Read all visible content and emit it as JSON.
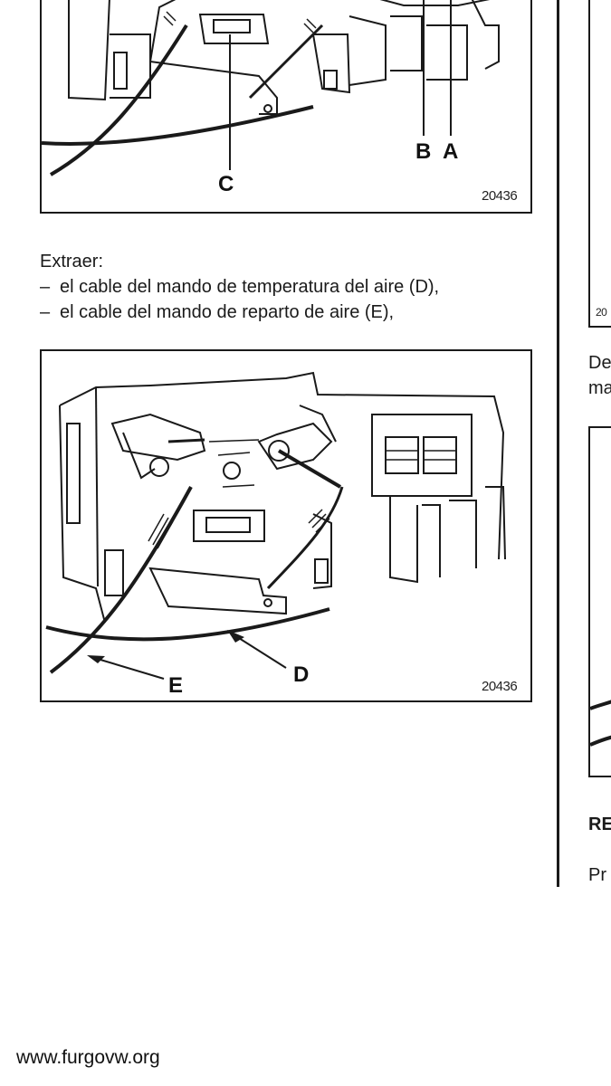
{
  "figures": {
    "top": {
      "callouts": [
        "C",
        "B",
        "A"
      ],
      "ref_code": "20436"
    },
    "middle": {
      "callouts": [
        "E",
        "D"
      ],
      "ref_code": "20436"
    },
    "right_top": {
      "ref_code_fragment": "20"
    }
  },
  "body_text": {
    "intro": "Extraer:",
    "items": [
      "el cable del mando de temperatura del aire (D),",
      "el cable del mando de reparto de aire (E),"
    ],
    "bullet": "–"
  },
  "right_column": {
    "text_line_1": "De",
    "text_line_2": "ma",
    "heading_fragment": "RE",
    "text_line_3": "Pr"
  },
  "watermark": "www.furgovw.org"
}
